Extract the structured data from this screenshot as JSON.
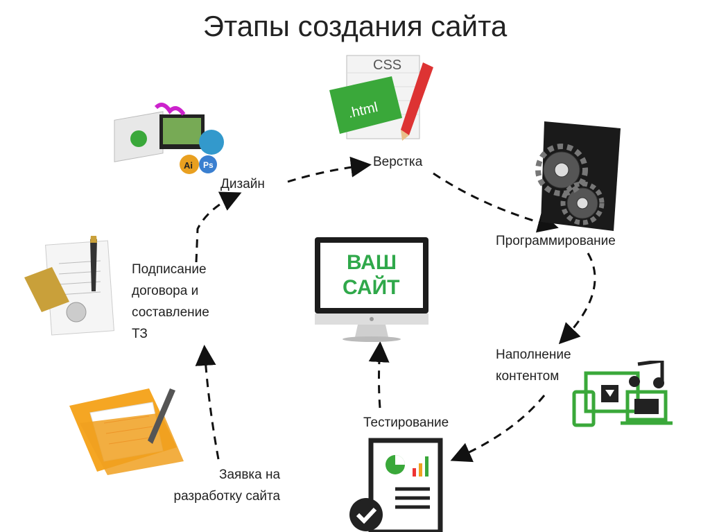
{
  "title": "Этапы создания сайта",
  "stages": {
    "design": "Дизайн",
    "layout": "Верстка",
    "programming": "Программирование",
    "content": [
      "Наполнение",
      "контентом"
    ],
    "testing": "Тестирование",
    "request": [
      "Заявка на",
      "разработку сайта"
    ],
    "contract": [
      "Подписание",
      "договора и",
      "составление",
      "ТЗ"
    ]
  },
  "center": {
    "line1": "ВАШ",
    "line2": "САЙТ"
  },
  "icons": {
    "html": ".html",
    "css": "CSS",
    "ai": "Ai",
    "ps": "Ps"
  },
  "colors": {
    "green": "#3aa83a",
    "orange": "#f0a020",
    "dark": "#222222"
  }
}
